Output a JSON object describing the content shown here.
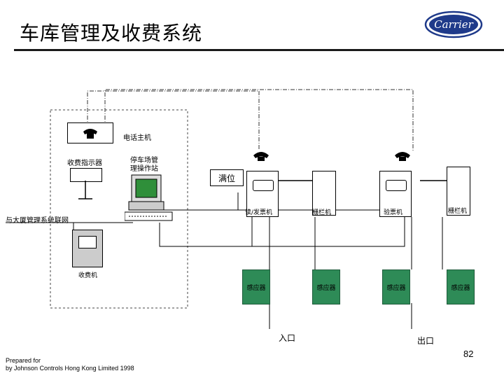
{
  "title": "车库管理及收费系统",
  "logo_text": "Carrier",
  "labels": {
    "phone_host": "电话主机",
    "fee_indicator": "收费指示器",
    "workstation": "停车场管\n理操作站",
    "full_sign": "满位",
    "card_reader_issuer": "读/发票机",
    "barrier_entry": "栅栏机",
    "card_reader_exit": "验票机",
    "barrier_exit": "栅栏机",
    "building_network": "与大厦管理系统联网",
    "cashier": "收费机",
    "sensor": "感应器",
    "entrance": "入口",
    "exit": "出口"
  },
  "footer": {
    "line1": "Prepared for",
    "line2": "by Johnson Controls Hong Kong Limited 1998"
  },
  "page_number": "82",
  "colors": {
    "sensor": "#2e8b57",
    "screen": "#2f8f3a",
    "logo_blue": "#1f3a8a"
  }
}
